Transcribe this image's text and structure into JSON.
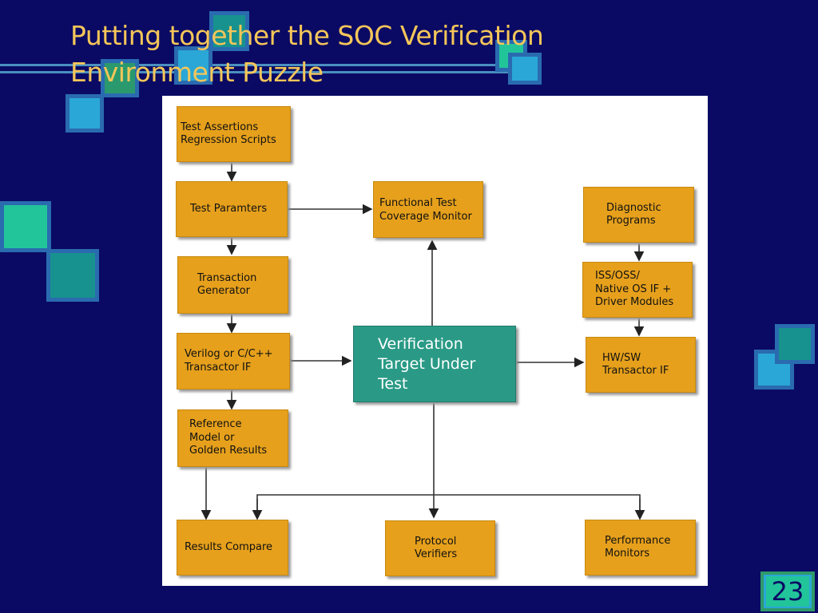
{
  "slide": {
    "title_line1": "Putting together the SOC Verification",
    "title_line2": "Environment Puzzle",
    "page_number": "23"
  },
  "diagram": {
    "boxes": {
      "test_assertions": [
        "Test Assertions",
        "Regression Scripts"
      ],
      "test_parameters": [
        "Test Paramters"
      ],
      "transaction_generator": [
        "Transaction",
        "Generator"
      ],
      "transactor_if": [
        "Verilog or C/C++",
        "Transactor IF"
      ],
      "reference_model": [
        "Reference",
        "Model or",
        "Golden Results"
      ],
      "results_compare": [
        "Results Compare"
      ],
      "coverage_monitor": [
        "Functional Test",
        "Coverage Monitor"
      ],
      "verification_target": [
        "Verification",
        "Target Under",
        "Test"
      ],
      "protocol_verifiers": [
        "Protocol",
        "Verifiers"
      ],
      "diagnostic_programs": [
        "Diagnostic",
        "Programs"
      ],
      "iss_oss": [
        "ISS/OSS/",
        "Native OS IF +",
        "Driver Modules"
      ],
      "hw_sw_transactor": [
        "HW/SW",
        "Transactor IF"
      ],
      "performance_monitors": [
        "Performance",
        "Monitors"
      ]
    }
  },
  "colors": {
    "background": "#0a0a64",
    "title": "#f5c659",
    "box_orange": "#e6a01c",
    "box_teal": "#2a9a86",
    "deco_green": "#22c49a",
    "deco_blue": "#2aa7d6",
    "deco_teal": "#17928e"
  }
}
